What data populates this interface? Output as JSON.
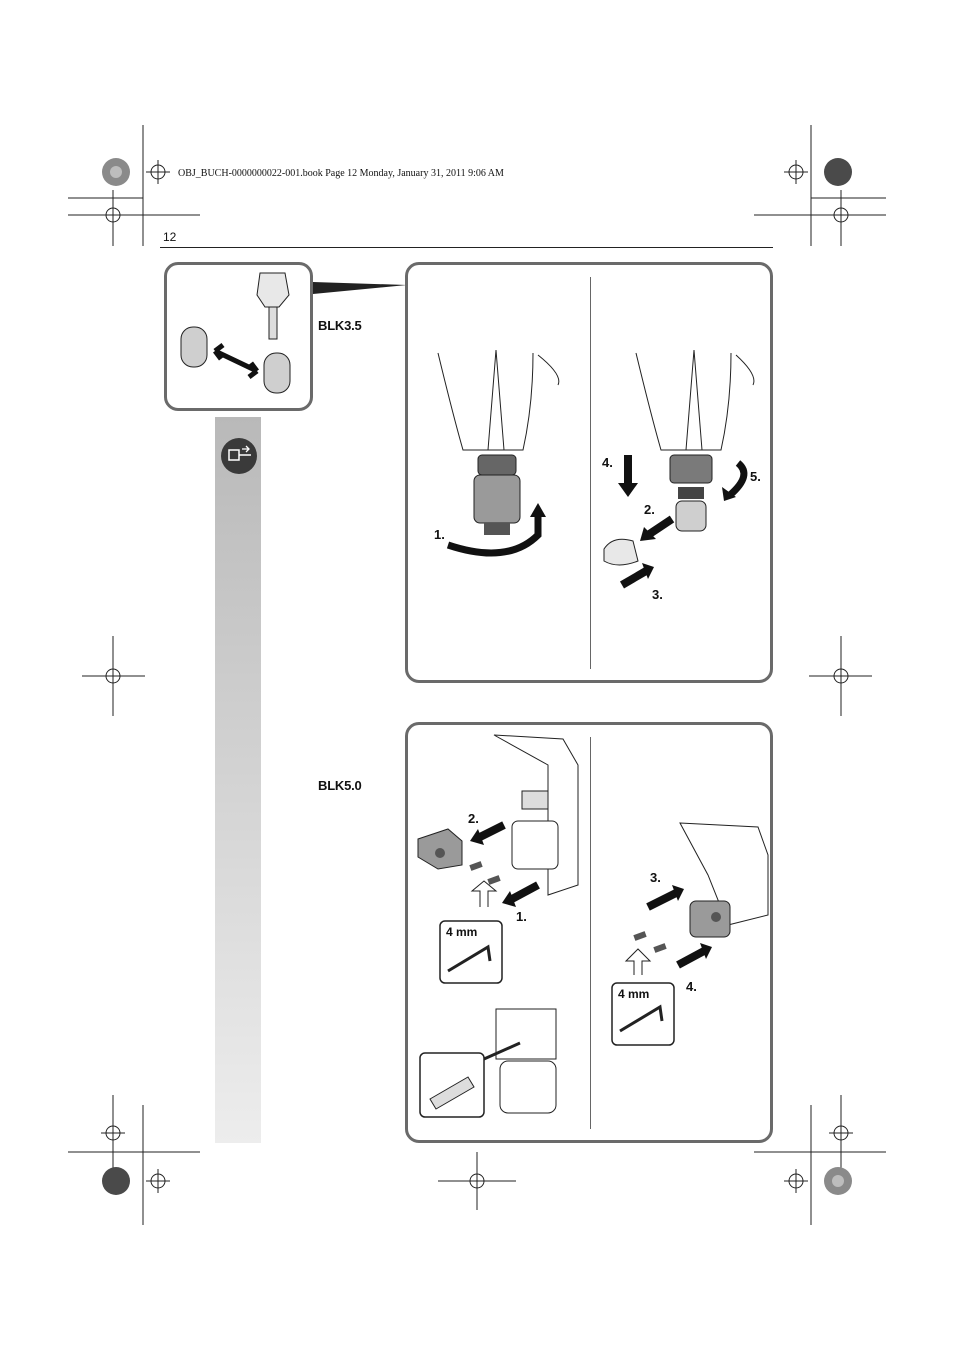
{
  "header": {
    "file_line": "OBJ_BUCH-0000000022-001.book  Page 12  Monday, January 31, 2011  9:06 AM",
    "page_number": "12"
  },
  "sections": {
    "top_model": "BLK3.5",
    "bottom_model": "BLK5.0"
  },
  "top_panel": {
    "left_steps": [
      "1."
    ],
    "right_steps": [
      "4.",
      "5.",
      "2.",
      "3."
    ]
  },
  "bottom_panel": {
    "left_steps": [
      "2.",
      "1."
    ],
    "right_steps": [
      "3.",
      "4."
    ],
    "hex_key_label": "4 mm"
  },
  "icons": [
    "crop-mark-icon",
    "color-target-icon",
    "unplug-icon",
    "hex-key-icon",
    "arrow-icon"
  ],
  "colors": {
    "panel_border": "#6a6a6a",
    "arrow": "#1a1a1a",
    "strip": "#bdbdbd"
  }
}
